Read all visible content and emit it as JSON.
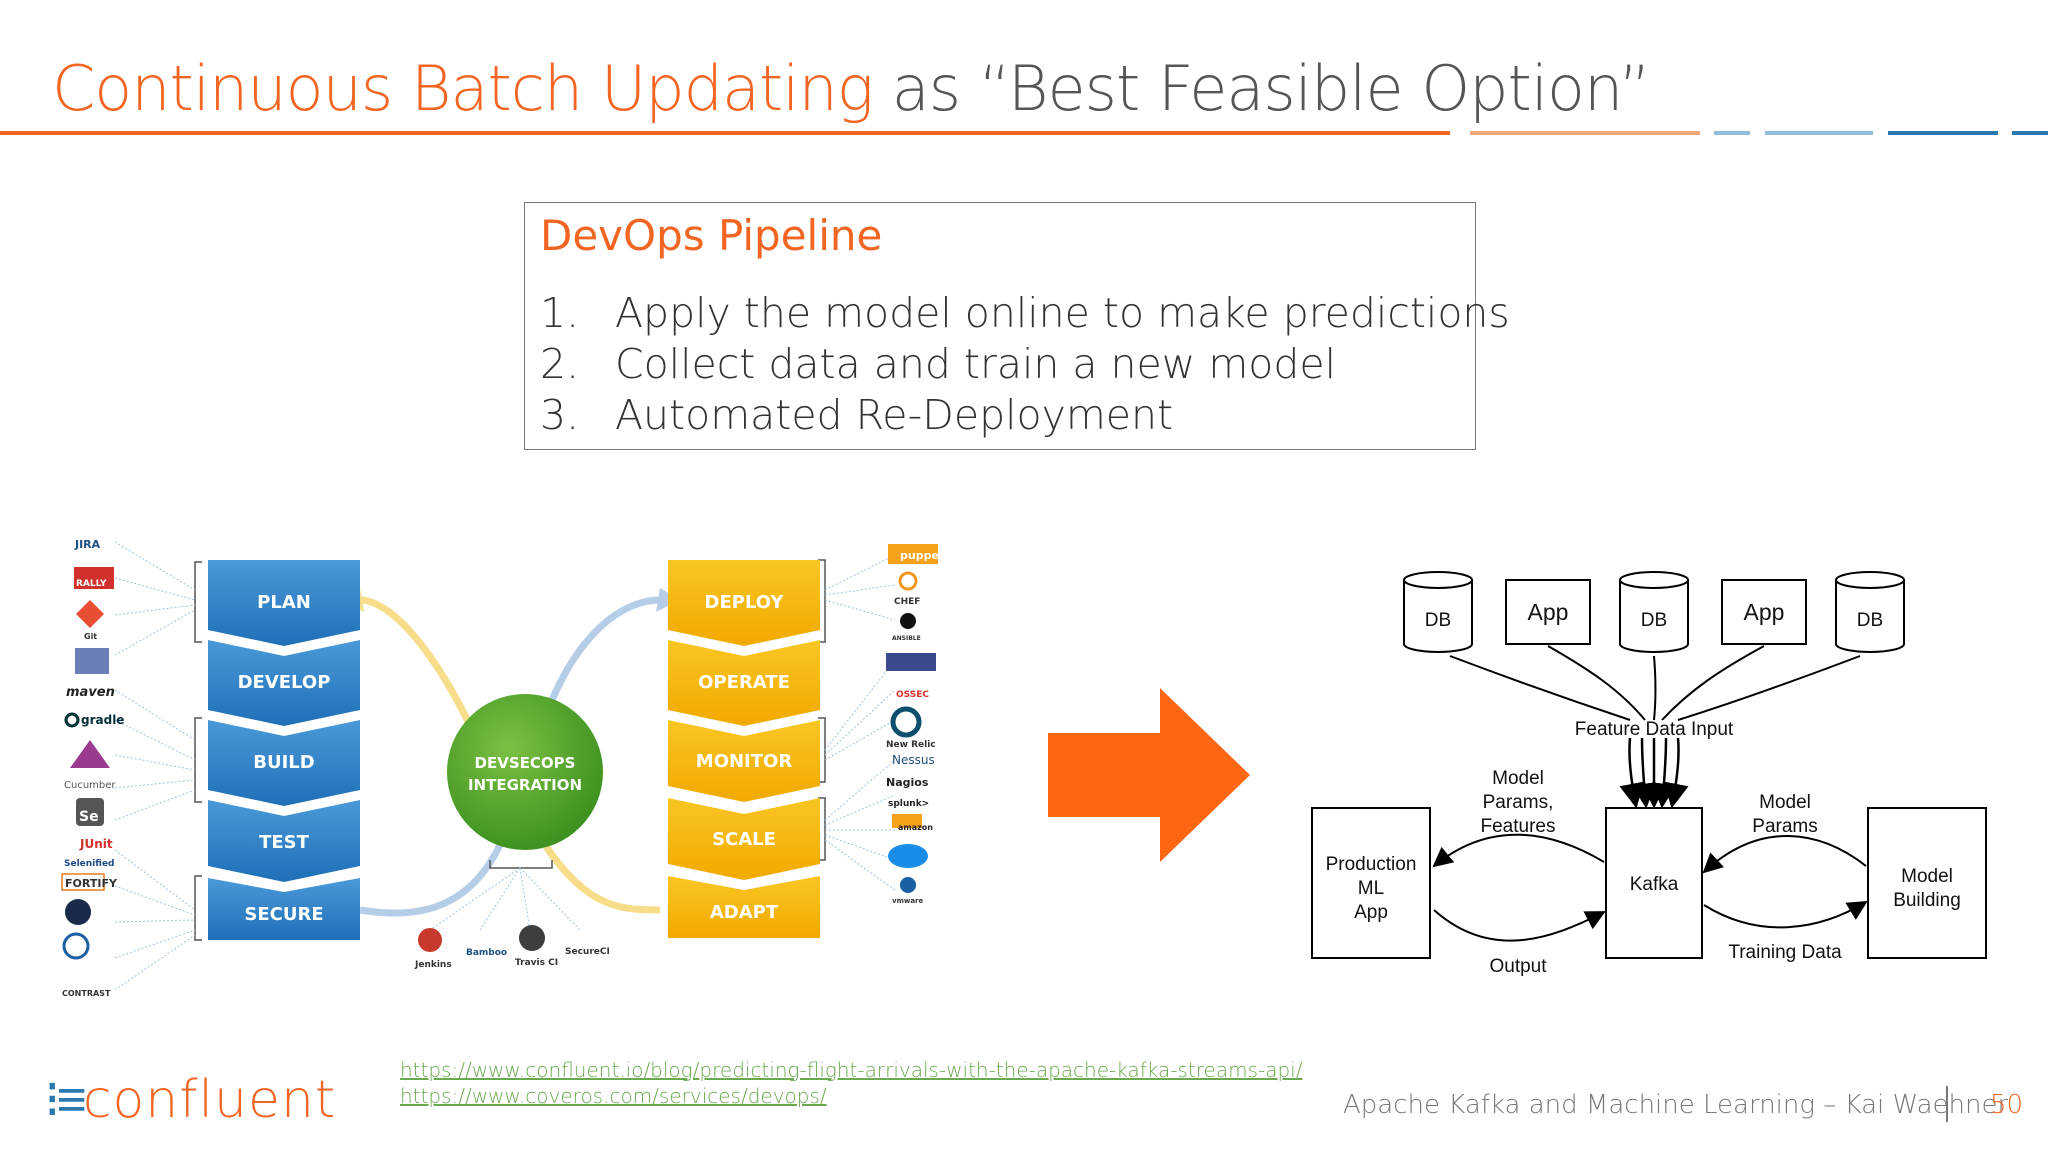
{
  "slide": {
    "title_highlight": "Continuous Batch Updating",
    "title_rest": " as “Best Feasible Option”",
    "colors": {
      "accent": "#f26522",
      "blue": "#2a7ab0",
      "lightblue": "#7ab3d6"
    }
  },
  "devops_box": {
    "title": "DevOps Pipeline",
    "steps": [
      {
        "num": "1.",
        "text": "Apply the model online to make predictions"
      },
      {
        "num": "2.",
        "text": "Collect data and train a new model"
      },
      {
        "num": "3.",
        "text": "Automated Re-Deployment"
      }
    ]
  },
  "devsecops": {
    "left_stages": [
      "PLAN",
      "DEVELOP",
      "BUILD",
      "TEST",
      "SECURE"
    ],
    "right_stages": [
      "DEPLOY",
      "OPERATE",
      "MONITOR",
      "SCALE",
      "ADAPT"
    ],
    "center_line1": "DEVSECOPS",
    "center_line2": "INTEGRATION",
    "left_tools": [
      "JIRA",
      "RALLY",
      "Git",
      "maven",
      "gradle",
      "Cucumber",
      "Se",
      "JUnit",
      "Selenified",
      "FORTIFY",
      "CONTRAST"
    ],
    "right_tools": [
      "puppet",
      "CHEF",
      "ANSIBLE",
      "OSSEC",
      "New Relic",
      "Nessus",
      "Nagios",
      "splunk>",
      "amazon",
      "vmware"
    ],
    "ci_tools": [
      "Jenkins",
      "Bamboo",
      "Travis CI",
      "SecureCI"
    ]
  },
  "kafka_diagram": {
    "top_nodes": [
      "DB",
      "App",
      "DB",
      "App",
      "DB"
    ],
    "feature_input": "Feature Data Input",
    "production_line1": "Production",
    "production_line2": "ML",
    "production_line3": "App",
    "kafka": "Kafka",
    "model_building_line1": "Model",
    "model_building_line2": "Building",
    "model_params_features_line1": "Model",
    "model_params_features_line2": "Params,",
    "model_params_features_line3": "Features",
    "model_params_line1": "Model",
    "model_params_line2": "Params",
    "output": "Output",
    "training_data": "Training  Data"
  },
  "links": [
    "https://www.confluent.io/blog/predicting-flight-arrivals-with-the-apache-kafka-streams-api/",
    "https://www.coveros.com/services/devops/"
  ],
  "footer": {
    "logo": "confluent",
    "text": "Apache Kafka and Machine Learning – Kai Waehner",
    "page": "50"
  }
}
